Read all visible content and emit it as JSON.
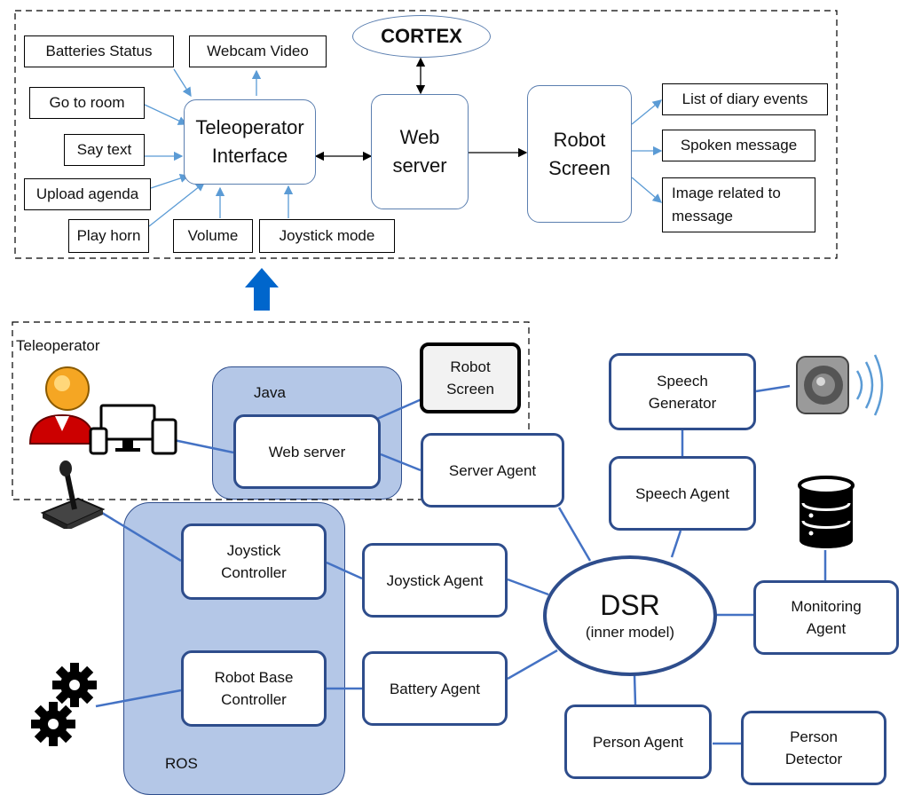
{
  "top": {
    "cortex": "CORTEX",
    "interface": "Teleoperator Interface",
    "web_server": "Web server",
    "robot_screen": "Robot Screen",
    "inputs": {
      "batteries": "Batteries Status",
      "webcam": "Webcam Video",
      "goto": "Go to room",
      "say": "Say text",
      "upload": "Upload agenda",
      "horn": "Play horn",
      "volume": "Volume",
      "joystick_mode": "Joystick mode"
    },
    "outputs": {
      "diary": "List of diary events",
      "spoken": "Spoken message",
      "image": "Image related to message"
    }
  },
  "bottom": {
    "teleoperator": "Teleoperator",
    "java": "Java",
    "ros": "ROS",
    "web_server": "Web server",
    "robot_screen": "Robot Screen",
    "server_agent": "Server Agent",
    "speech_generator": "Speech Generator",
    "speech_agent": "Speech Agent",
    "joystick_controller": "Joystick Controller",
    "joystick_agent": "Joystick Agent",
    "dsr": "DSR",
    "dsr_sub": "(inner model)",
    "monitoring_agent": "Monitoring Agent",
    "robot_base_controller": "Robot Base Controller",
    "battery_agent": "Battery Agent",
    "person_agent": "Person Agent",
    "person_detector": "Person Detector"
  },
  "colors": {
    "region": "#b4c7e7",
    "border": "#2e4d8c",
    "edge": "#4472c4",
    "arrow": "#0066cc"
  }
}
